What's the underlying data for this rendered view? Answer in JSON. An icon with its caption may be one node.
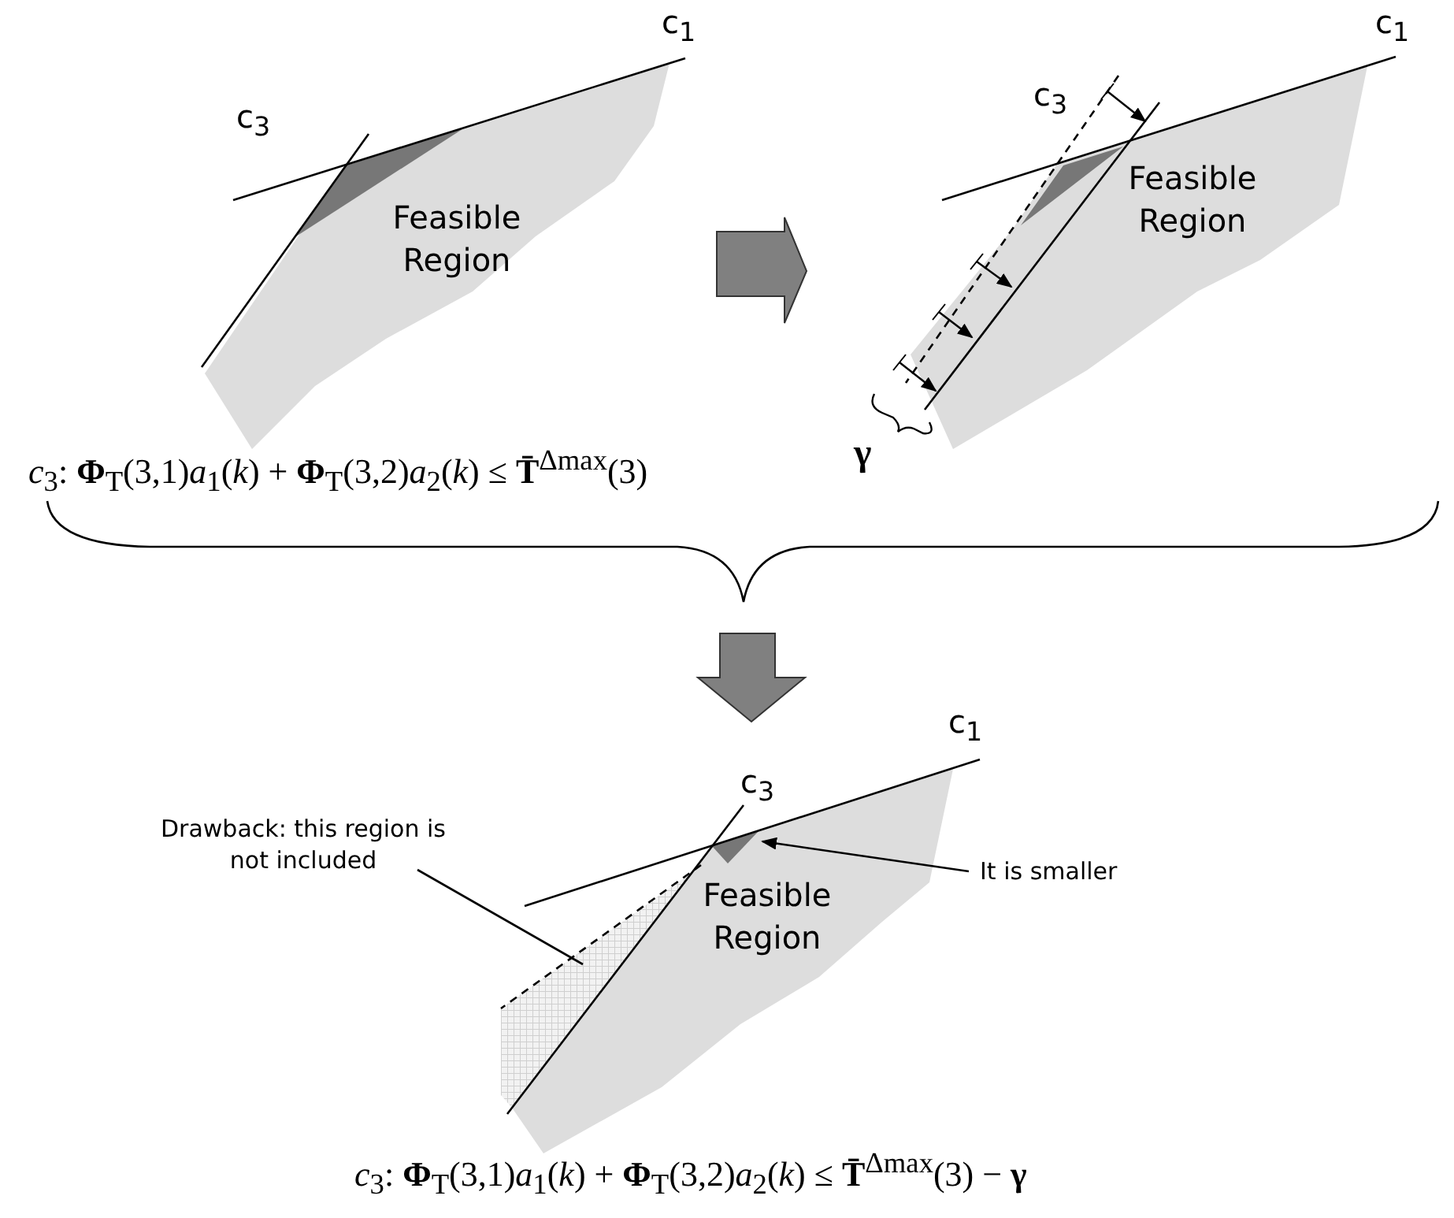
{
  "diagram": {
    "nodes": [
      {
        "text": [
          "Feasible Region"
        ]
      },
      {
        "text": [
          "Feasible Region"
        ]
      },
      {
        "text": [
          "Feasible Region"
        ]
      },
      {
        "text": [
          "Drawback: this region is not included"
        ]
      },
      {
        "text": [],
        "shape": "area"
      },
      {
        "text": [
          "It is smaller"
        ]
      },
      {
        "text": [],
        "shape": "triangle",
        "in": 2
      },
      {
        "text": [],
        "shape": "triangle",
        "in": 0
      },
      {
        "text": [],
        "shape": "triangle",
        "in": 1
      },
      {
        "text": [],
        "shape": "brace"
      }
    ],
    "edges": [
      {
        "from": 0,
        "to": 1,
        "arrow": "to"
      },
      {
        "from": 9,
        "to": 2,
        "arrow": "to"
      },
      {
        "from": 3,
        "to": 4,
        "arrow": "none"
      },
      {
        "from": 5,
        "to": 6,
        "arrow": "to"
      }
    ],
    "labels": [
      "c$_{1}$",
      "c$_{3}$",
      "c$_{1}$",
      "c$_{3}$",
      "γ",
      "*c*$_{3}$: **Φ**$_{T}$(3,1)*a*$_{1}$(*k*) + **Φ**$_{T}$(3,2)*a*$_{2}$(*k*) ≤ **T̄**$^{Δmax}$(3)",
      "c$_{1}$",
      "c$_{3}$",
      "*c*$_{3}$: **Φ**$_{T}$(3,1)*a*$_{1}$(*k*) + **Φ**$_{T}$(3,2)*a*$_{2}$(*k*) ≤ **T̄**$^{Δmax}$(3) − **γ**"
    ]
  }
}
